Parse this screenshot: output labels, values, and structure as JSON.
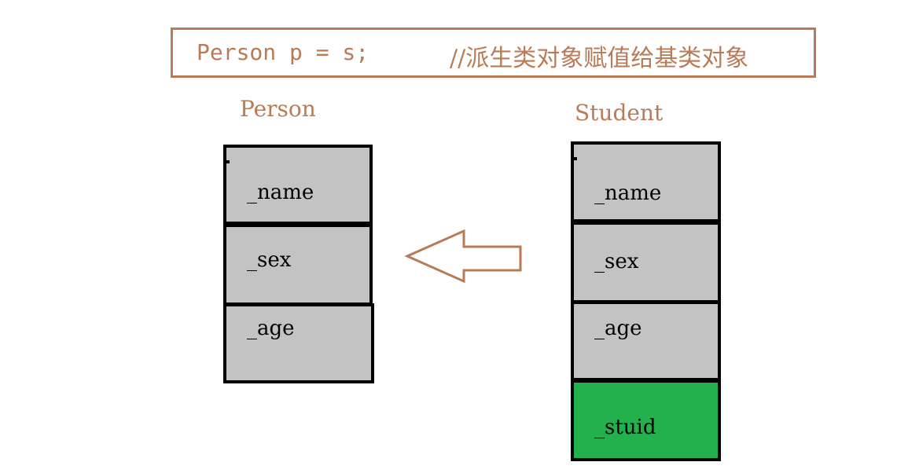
{
  "code_line": {
    "statement": "Person p = s;",
    "comment": "//派生类对象赋值给基类对象"
  },
  "person": {
    "title": "Person",
    "fields": [
      "_name",
      "_sex",
      "_age"
    ]
  },
  "student": {
    "title": "Student",
    "fields": [
      "_name",
      "_sex",
      "_age",
      "_stuid"
    ]
  },
  "colors": {
    "accent": "#b97a57",
    "cell_fill": "#c3c3c3",
    "highlight_fill": "#22b14c",
    "border": "#000000"
  },
  "arrow": {
    "direction": "left",
    "meaning": "student-to-person"
  }
}
